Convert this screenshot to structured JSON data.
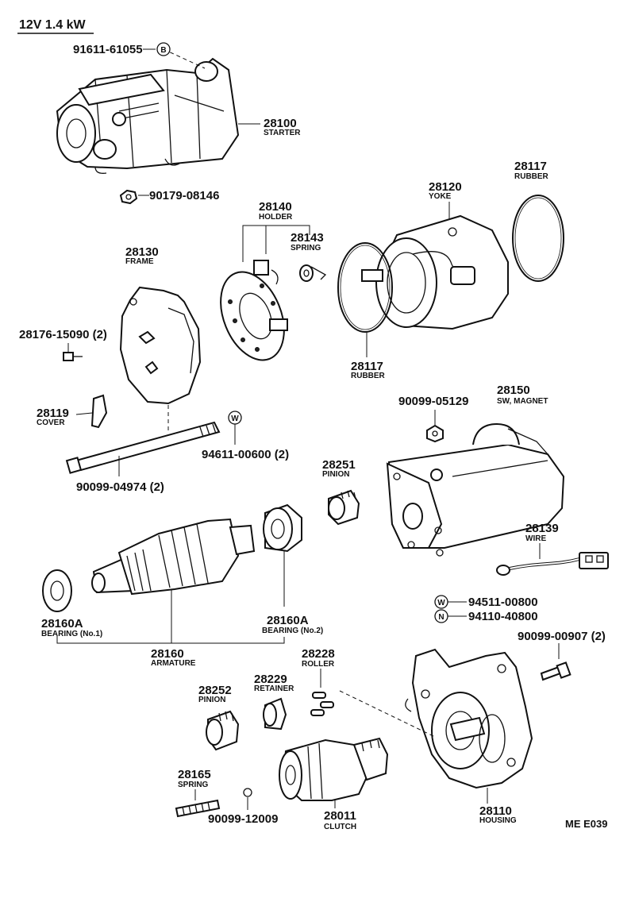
{
  "header": {
    "spec": "12V 1.4 kW"
  },
  "footer": {
    "ref": "ME  E039"
  },
  "symbols": {
    "b": "B",
    "w": "W",
    "n": "N"
  },
  "parts": {
    "p91611": {
      "number": "91611-61055"
    },
    "p28100": {
      "number": "28100",
      "name": "STARTER"
    },
    "p90179": {
      "number": "90179-08146"
    },
    "p28140": {
      "number": "28140",
      "name": "HOLDER"
    },
    "p28143": {
      "number": "28143",
      "name": "SPRING"
    },
    "p28130": {
      "number": "28130",
      "name": "FRAME"
    },
    "p28120": {
      "number": "28120",
      "name": "YOKE"
    },
    "p28117a": {
      "number": "28117",
      "name": "RUBBER"
    },
    "p28117b": {
      "number": "28117",
      "name": "RUBBER"
    },
    "p28176": {
      "number": "28176-15090 (2)"
    },
    "p28119": {
      "number": "28119",
      "name": "COVER"
    },
    "p94611": {
      "number": "94611-00600 (2)"
    },
    "p90099_05129": {
      "number": "90099-05129"
    },
    "p28150": {
      "number": "28150",
      "name": "SW, MAGNET"
    },
    "p90099_04974": {
      "number": "90099-04974 (2)"
    },
    "p28251": {
      "number": "28251",
      "name": "PINION"
    },
    "p28139": {
      "number": "28139",
      "name": "WIRE"
    },
    "p94511": {
      "number": "94511-00800"
    },
    "p94110": {
      "number": "94110-40800"
    },
    "p28160A_1": {
      "number": "28160A",
      "name": "BEARING (No.1)"
    },
    "p28160A_2": {
      "number": "28160A",
      "name": "BEARING (No.2)"
    },
    "p28160": {
      "number": "28160",
      "name": "ARMATURE"
    },
    "p90099_00907": {
      "number": "90099-00907 (2)"
    },
    "p28228": {
      "number": "28228",
      "name": "ROLLER"
    },
    "p28229": {
      "number": "28229",
      "name": "RETAINER"
    },
    "p28252": {
      "number": "28252",
      "name": "PINION"
    },
    "p28165": {
      "number": "28165",
      "name": "SPRING"
    },
    "p90099_12009": {
      "number": "90099-12009"
    },
    "p28011": {
      "number": "28011",
      "name": "CLUTCH"
    },
    "p28110": {
      "number": "28110",
      "name": "HOUSING"
    }
  }
}
